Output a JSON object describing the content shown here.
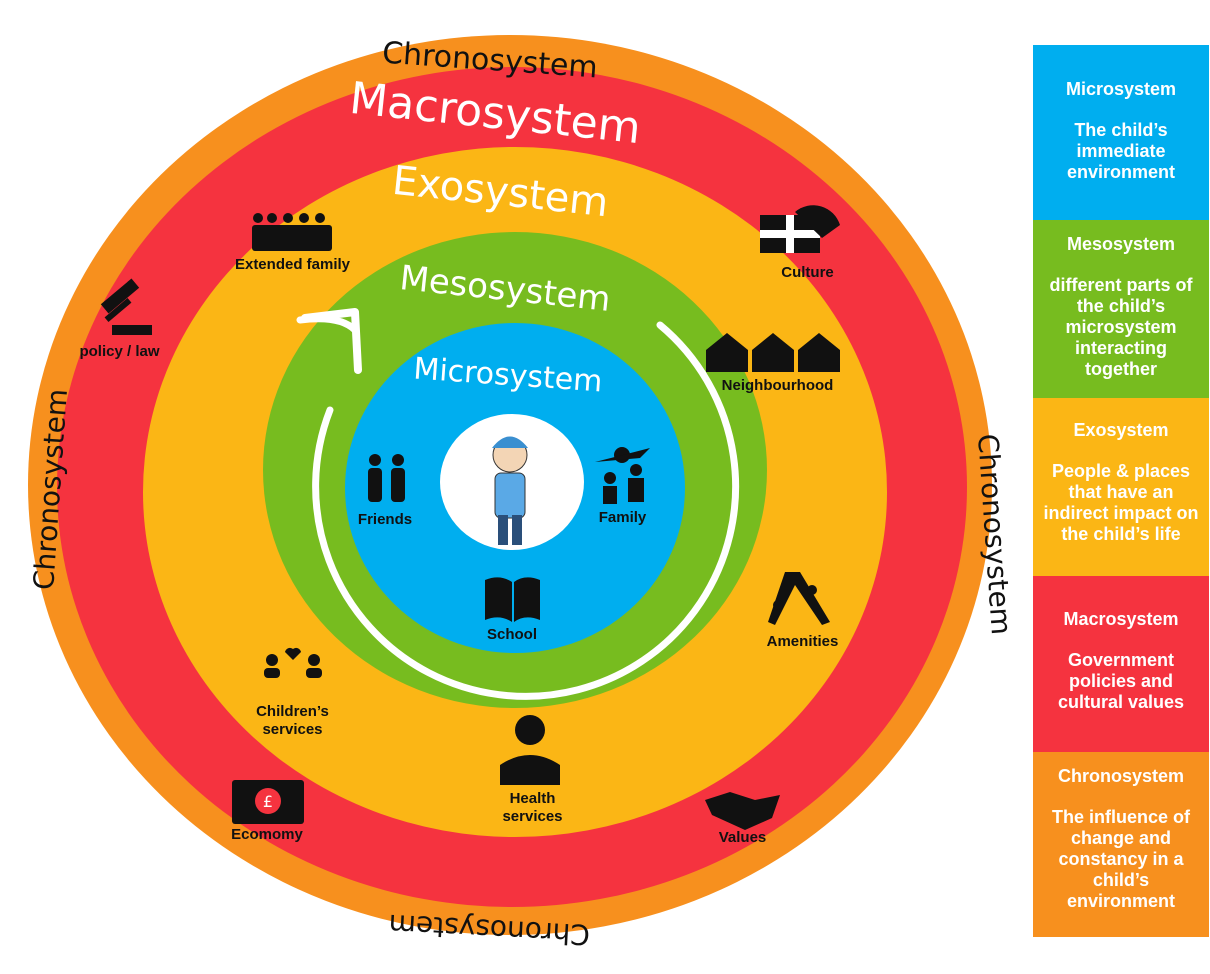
{
  "rings": {
    "chrono_top": "Chronosystem",
    "chrono_left": "Chronosystem",
    "chrono_right": "Chronosystem",
    "chrono_bottom": "Chronosystem",
    "macro": "Macrosystem",
    "exo": "Exosystem",
    "meso": "Mesosystem",
    "micro": "Microsystem"
  },
  "labels": {
    "friends": "Friends",
    "family": "Family",
    "school": "School",
    "extended_family": "Extended family",
    "culture": "Culture",
    "neighbourhood": "Neighbourhood",
    "policy_law": "policy / law",
    "amenities": "Amenities",
    "childrens_services": "Children’s services",
    "health_services": "Health services",
    "economy": "Ecomomy",
    "values": "Values"
  },
  "legend": [
    {
      "title": "Microsystem",
      "desc": "The child’s immediate environment",
      "color": "#00AEEF"
    },
    {
      "title": "Mesosystem",
      "desc": "different parts of the child’s microsystem interacting together",
      "color": "#77BC1F"
    },
    {
      "title": "Exosystem",
      "desc": "People & places that have an indirect impact on the child’s life",
      "color": "#FBB615"
    },
    {
      "title": "Macrosystem",
      "desc": "Government policies and cultural values",
      "color": "#F5333F"
    },
    {
      "title": "Chronosystem",
      "desc": "The influence of change and constancy in a child’s environment",
      "color": "#F7901E"
    }
  ]
}
